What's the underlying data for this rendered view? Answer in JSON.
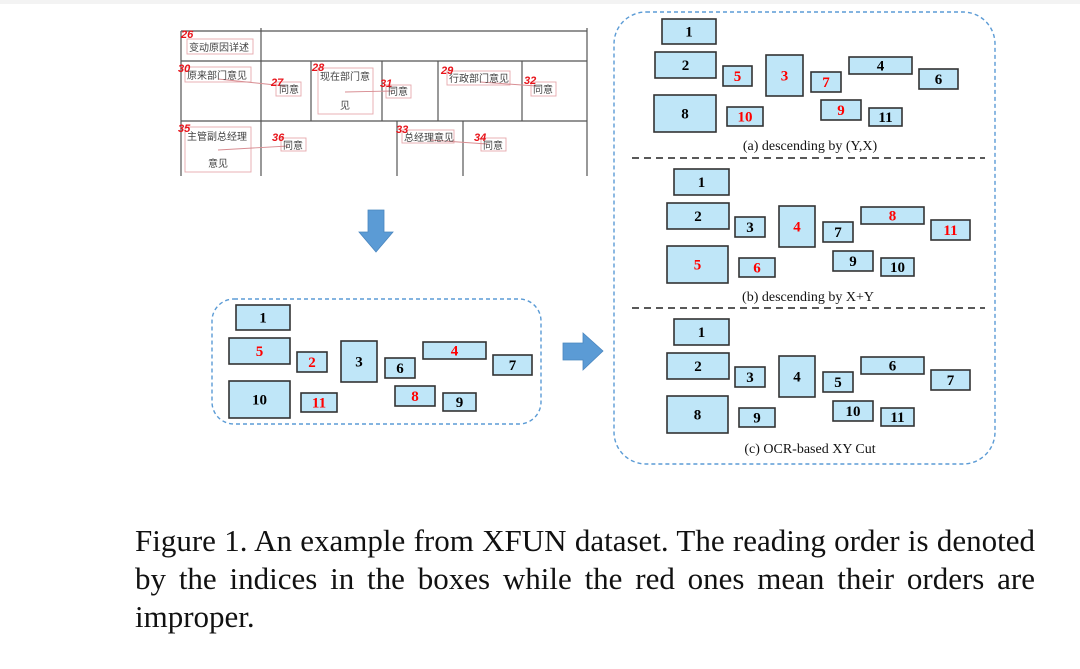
{
  "form_snippet": {
    "labels": [
      {
        "index": "26",
        "text": "变动原因详述"
      },
      {
        "index": "30",
        "text": "原来部门意见"
      },
      {
        "index": "27",
        "text": "同意"
      },
      {
        "index": "28",
        "text": "现在部门意",
        "text2": "见"
      },
      {
        "index": "31",
        "text": "同意"
      },
      {
        "index": "29",
        "text": "行政部门意见"
      },
      {
        "index": "32",
        "text": "同意"
      },
      {
        "index": "35",
        "text": "主管副总经理",
        "text2": "意见"
      },
      {
        "index": "36",
        "text": "同意"
      },
      {
        "index": "33",
        "text": "总经理意见"
      },
      {
        "index": "34",
        "text": "同意"
      }
    ]
  },
  "colors": {
    "box_fill": "#bfe6f8",
    "box_stroke": "#333333",
    "correct": "#000000",
    "improper": "#ff0000",
    "arrow": "#5b9bd5",
    "dashed_panel": "#5b9bd5",
    "form_index": "#e8141b"
  },
  "input_layout": {
    "boxes": [
      {
        "label": "1",
        "improper": false
      },
      {
        "label": "5",
        "improper": true
      },
      {
        "label": "10",
        "improper": false
      },
      {
        "label": "2",
        "improper": true
      },
      {
        "label": "11",
        "improper": true
      },
      {
        "label": "3",
        "improper": false
      },
      {
        "label": "6",
        "improper": false
      },
      {
        "label": "4",
        "improper": true
      },
      {
        "label": "8",
        "improper": true
      },
      {
        "label": "9",
        "improper": false
      },
      {
        "label": "7",
        "improper": false
      }
    ]
  },
  "panels": [
    {
      "caption": "(a) descending by (Y,X)",
      "boxes": [
        {
          "label": "1",
          "improper": false
        },
        {
          "label": "2",
          "improper": false
        },
        {
          "label": "8",
          "improper": false
        },
        {
          "label": "5",
          "improper": true
        },
        {
          "label": "10",
          "improper": true
        },
        {
          "label": "3",
          "improper": true
        },
        {
          "label": "7",
          "improper": true
        },
        {
          "label": "4",
          "improper": false
        },
        {
          "label": "9",
          "improper": true
        },
        {
          "label": "11",
          "improper": false
        },
        {
          "label": "6",
          "improper": false
        }
      ]
    },
    {
      "caption": "(b) descending by X+Y",
      "boxes": [
        {
          "label": "1",
          "improper": false
        },
        {
          "label": "2",
          "improper": false
        },
        {
          "label": "5",
          "improper": true
        },
        {
          "label": "3",
          "improper": false
        },
        {
          "label": "6",
          "improper": true
        },
        {
          "label": "4",
          "improper": true
        },
        {
          "label": "7",
          "improper": false
        },
        {
          "label": "8",
          "improper": true
        },
        {
          "label": "9",
          "improper": false
        },
        {
          "label": "10",
          "improper": false
        },
        {
          "label": "11",
          "improper": true
        }
      ]
    },
    {
      "caption": "(c) OCR-based XY Cut",
      "boxes": [
        {
          "label": "1",
          "improper": false
        },
        {
          "label": "2",
          "improper": false
        },
        {
          "label": "8",
          "improper": false
        },
        {
          "label": "3",
          "improper": false
        },
        {
          "label": "9",
          "improper": false
        },
        {
          "label": "4",
          "improper": false
        },
        {
          "label": "5",
          "improper": false
        },
        {
          "label": "6",
          "improper": false
        },
        {
          "label": "10",
          "improper": false
        },
        {
          "label": "11",
          "improper": false
        },
        {
          "label": "7",
          "improper": false
        }
      ]
    }
  ],
  "caption": "Figure 1. An example from XFUN dataset. The reading order is denoted by the indices in the boxes while the red ones mean their orders are improper."
}
